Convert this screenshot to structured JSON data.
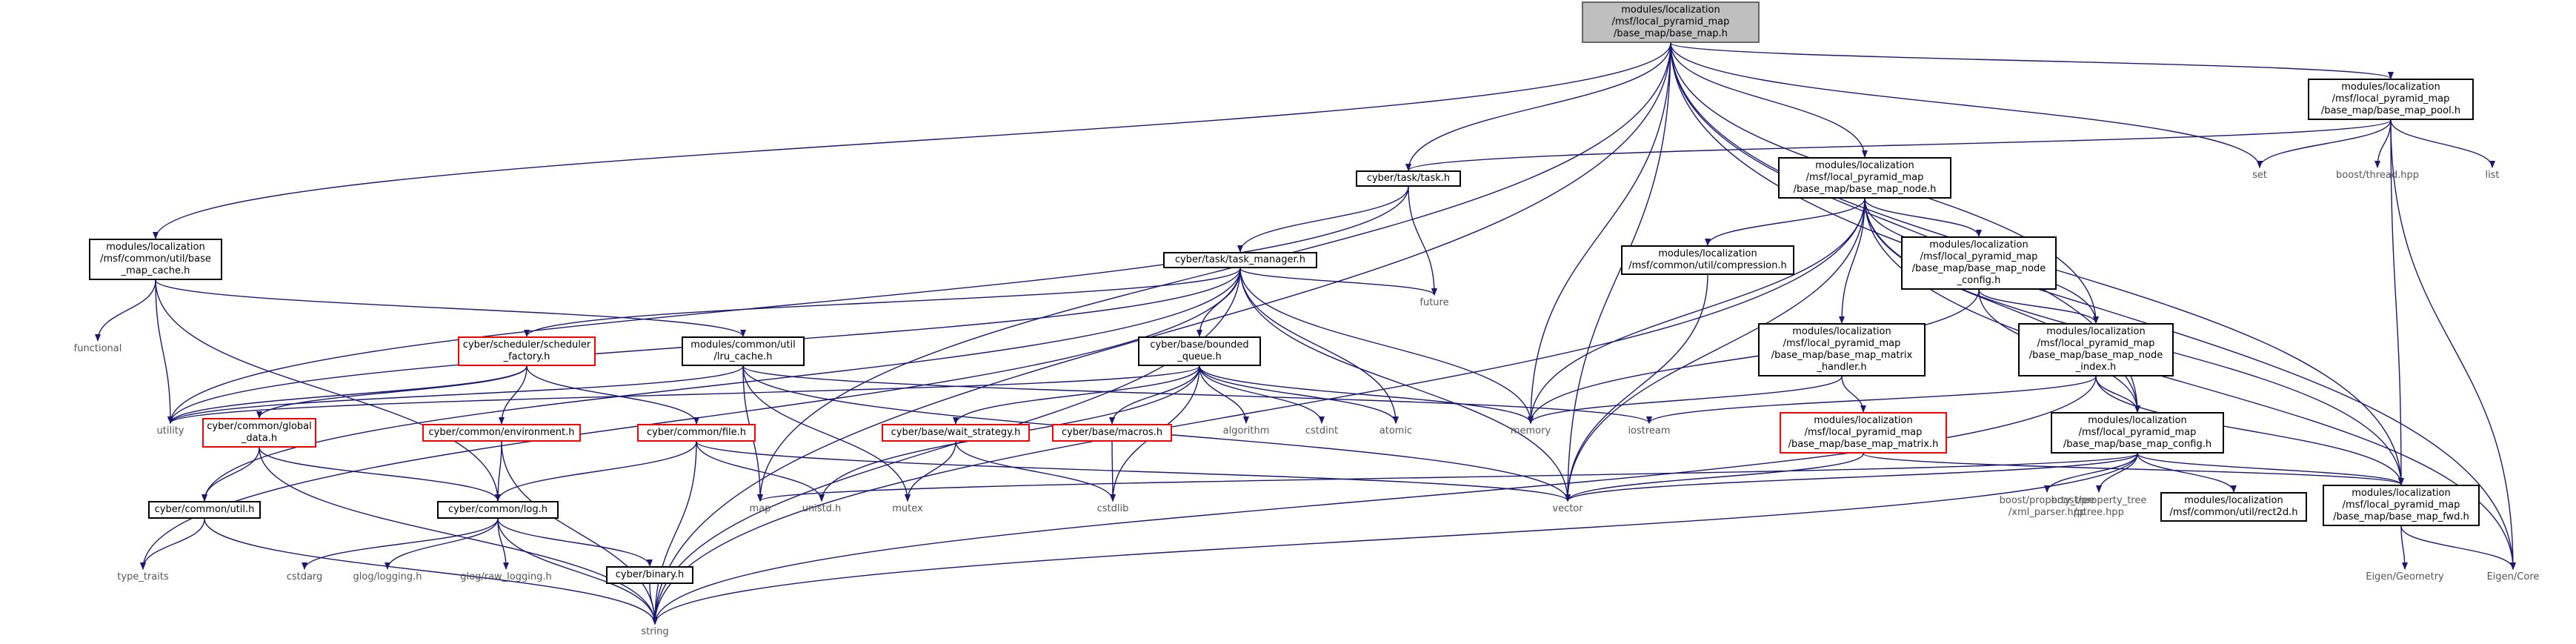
{
  "nodes": {
    "root": "modules/localization\n/msf/local_pyramid_map\n/base_map/base_map.h",
    "pool": "modules/localization\n/msf/local_pyramid_map\n/base_map/base_map_pool.h",
    "task": "cyber/task/task.h",
    "node": "modules/localization\n/msf/local_pyramid_map\n/base_map/base_map_node.h",
    "cache": "modules/localization\n/msf/common/util/base\n_map_cache.h",
    "task_manager": "cyber/task/task_manager.h",
    "compression": "modules/localization\n/msf/common/util/compression.h",
    "node_config": "modules/localization\n/msf/local_pyramid_map\n/base_map/base_map_node\n_config.h",
    "scheduler": "cyber/scheduler/scheduler\n_factory.h",
    "lru": "modules/common/util\n/lru_cache.h",
    "bounded": "cyber/base/bounded\n_queue.h",
    "matrix_handler": "modules/localization\n/msf/local_pyramid_map\n/base_map/base_map_matrix\n_handler.h",
    "node_index": "modules/localization\n/msf/local_pyramid_map\n/base_map/base_map_node\n_index.h",
    "global_data": "cyber/common/global\n_data.h",
    "environment": "cyber/common/environment.h",
    "file": "cyber/common/file.h",
    "wait_strategy": "cyber/base/wait_strategy.h",
    "macros": "cyber/base/macros.h",
    "matrix": "modules/localization\n/msf/local_pyramid_map\n/base_map/base_map_matrix.h",
    "map_config": "modules/localization\n/msf/local_pyramid_map\n/base_map/base_map_config.h",
    "fwd": "modules/localization\n/msf/local_pyramid_map\n/base_map/base_map_fwd.h",
    "util": "cyber/common/util.h",
    "log": "cyber/common/log.h",
    "rect2d": "modules/localization\n/msf/common/util/rect2d.h",
    "binary": "cyber/binary.h",
    "set": "set",
    "boost_thread": "boost/thread.hpp",
    "list": "list",
    "functional": "functional",
    "future": "future",
    "utility": "utility",
    "memory": "memory",
    "iostream": "iostream",
    "algorithm": "algorithm",
    "cstdint": "cstdint",
    "atomic": "atomic",
    "unistd": "unistd.h",
    "mutex": "mutex",
    "cstdlib": "cstdlib",
    "map": "map",
    "vector": "vector",
    "xml_parser": "boost/property_tree\n/xml_parser.hpp",
    "ptree": "boost/property_tree\n/ptree.hpp",
    "type_traits": "type_traits",
    "cstdarg": "cstdarg",
    "glog_logging": "glog/logging.h",
    "glog_raw": "glog/raw_logging.h",
    "string": "string",
    "eigen_geometry": "Eigen/Geometry",
    "eigen_core": "Eigen/Core"
  },
  "styles": {
    "edge_color": "#191970",
    "root_fill": "#bfbfbf",
    "root_border": "#666666",
    "linked_border": "#000000",
    "missing_border": "#ff0000",
    "plain_text": "#555555"
  },
  "edges": [
    [
      "root",
      "pool"
    ],
    [
      "root",
      "task"
    ],
    [
      "root",
      "node"
    ],
    [
      "root",
      "cache"
    ],
    [
      "root",
      "node_index"
    ],
    [
      "root",
      "map_config"
    ],
    [
      "root",
      "fwd"
    ],
    [
      "root",
      "memory"
    ],
    [
      "root",
      "vector"
    ],
    [
      "root",
      "set"
    ],
    [
      "root",
      "map"
    ],
    [
      "root",
      "string"
    ],
    [
      "root",
      "eigen_core"
    ],
    [
      "pool",
      "task"
    ],
    [
      "pool",
      "set"
    ],
    [
      "pool",
      "boost_thread"
    ],
    [
      "pool",
      "list"
    ],
    [
      "pool",
      "fwd"
    ],
    [
      "pool",
      "eigen_core"
    ],
    [
      "task",
      "task_manager"
    ],
    [
      "task",
      "future"
    ],
    [
      "task",
      "utility"
    ],
    [
      "node",
      "compression"
    ],
    [
      "node",
      "node_config"
    ],
    [
      "node",
      "matrix_handler"
    ],
    [
      "node",
      "node_index"
    ],
    [
      "node",
      "map_config"
    ],
    [
      "node",
      "fwd"
    ],
    [
      "node",
      "memory"
    ],
    [
      "node",
      "vector"
    ],
    [
      "node",
      "string"
    ],
    [
      "node",
      "eigen_core"
    ],
    [
      "cache",
      "functional"
    ],
    [
      "cache",
      "utility"
    ],
    [
      "cache",
      "lru"
    ],
    [
      "cache",
      "log"
    ],
    [
      "task_manager",
      "scheduler"
    ],
    [
      "task_manager",
      "bounded"
    ],
    [
      "task_manager",
      "future"
    ],
    [
      "task_manager",
      "utility"
    ],
    [
      "task_manager",
      "memory"
    ],
    [
      "task_manager",
      "atomic"
    ],
    [
      "task_manager",
      "vector"
    ],
    [
      "task_manager",
      "string"
    ],
    [
      "task_manager",
      "type_traits"
    ],
    [
      "task_manager",
      "util"
    ],
    [
      "compression",
      "vector"
    ],
    [
      "node_config",
      "node_index"
    ],
    [
      "node_config",
      "map_config"
    ],
    [
      "node_config",
      "memory"
    ],
    [
      "scheduler",
      "global_data"
    ],
    [
      "scheduler",
      "environment"
    ],
    [
      "scheduler",
      "file"
    ],
    [
      "scheduler",
      "utility"
    ],
    [
      "lru",
      "utility"
    ],
    [
      "lru",
      "map"
    ],
    [
      "lru",
      "mutex"
    ],
    [
      "lru",
      "iostream"
    ],
    [
      "lru",
      "vector"
    ],
    [
      "bounded",
      "wait_strategy"
    ],
    [
      "bounded",
      "macros"
    ],
    [
      "bounded",
      "algorithm"
    ],
    [
      "bounded",
      "cstdint"
    ],
    [
      "bounded",
      "atomic"
    ],
    [
      "bounded",
      "memory"
    ],
    [
      "bounded",
      "utility"
    ],
    [
      "bounded",
      "unistd"
    ],
    [
      "bounded",
      "cstdlib"
    ],
    [
      "matrix_handler",
      "matrix"
    ],
    [
      "matrix_handler",
      "memory"
    ],
    [
      "node_index",
      "map_config"
    ],
    [
      "node_index",
      "fwd"
    ],
    [
      "node_index",
      "iostream"
    ],
    [
      "node_index",
      "string"
    ],
    [
      "global_data",
      "util"
    ],
    [
      "global_data",
      "log"
    ],
    [
      "global_data",
      "string"
    ],
    [
      "environment",
      "log"
    ],
    [
      "environment",
      "string"
    ],
    [
      "file",
      "log"
    ],
    [
      "file",
      "unistd"
    ],
    [
      "file",
      "string"
    ],
    [
      "file",
      "vector"
    ],
    [
      "wait_strategy",
      "mutex"
    ],
    [
      "wait_strategy",
      "cstdlib"
    ],
    [
      "macros",
      "cstdlib"
    ],
    [
      "matrix",
      "vector"
    ],
    [
      "matrix",
      "fwd"
    ],
    [
      "map_config",
      "fwd"
    ],
    [
      "map_config",
      "rect2d"
    ],
    [
      "map_config",
      "xml_parser"
    ],
    [
      "map_config",
      "ptree"
    ],
    [
      "map_config",
      "vector"
    ],
    [
      "map_config",
      "string"
    ],
    [
      "map_config",
      "map"
    ],
    [
      "fwd",
      "eigen_geometry"
    ],
    [
      "fwd",
      "eigen_core"
    ],
    [
      "util",
      "type_traits"
    ],
    [
      "util",
      "string"
    ],
    [
      "log",
      "cstdarg"
    ],
    [
      "log",
      "glog_logging"
    ],
    [
      "log",
      "glog_raw"
    ],
    [
      "log",
      "binary"
    ],
    [
      "log",
      "string"
    ],
    [
      "binary",
      "string"
    ]
  ]
}
